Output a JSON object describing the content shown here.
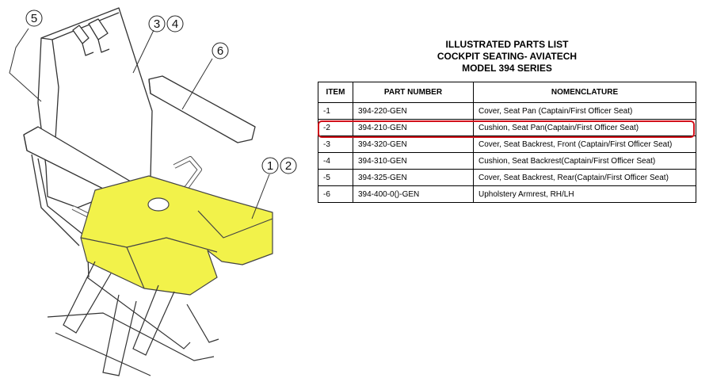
{
  "title_lines": [
    "ILLUSTRATED PARTS LIST",
    "COCKPIT SEATING- AVIATECH",
    "MODEL 394 SERIES"
  ],
  "table": {
    "headers": [
      "ITEM",
      "PART NUMBER",
      "NOMENCLATURE"
    ],
    "rows": [
      {
        "item": "-1",
        "part": "394-220-GEN",
        "name": "Cover, Seat Pan (Captain/First Officer Seat)"
      },
      {
        "item": "-2",
        "part": "394-210-GEN",
        "name": "Cushion, Seat Pan(Captain/First Officer Seat)"
      },
      {
        "item": "-3",
        "part": "394-320-GEN",
        "name": "Cover, Seat Backrest, Front (Captain/First Officer Seat)"
      },
      {
        "item": "-4",
        "part": "394-310-GEN",
        "name": "Cushion, Seat Backrest(Captain/First Officer Seat)"
      },
      {
        "item": "-5",
        "part": "394-325-GEN",
        "name": "Cover, Seat Backrest, Rear(Captain/First Officer Seat)"
      },
      {
        "item": "-6",
        "part": "394-400-0()-GEN",
        "name": "Upholstery Armrest, RH/LH"
      }
    ],
    "highlighted_row_item": "-2",
    "highlight_color": "#d0101a"
  },
  "illustration": {
    "cushion_fill": "#f2f24a",
    "callouts": {
      "c5": "5",
      "c3": "3",
      "c4": "4",
      "c6": "6",
      "c1": "1",
      "c2": "2"
    }
  }
}
